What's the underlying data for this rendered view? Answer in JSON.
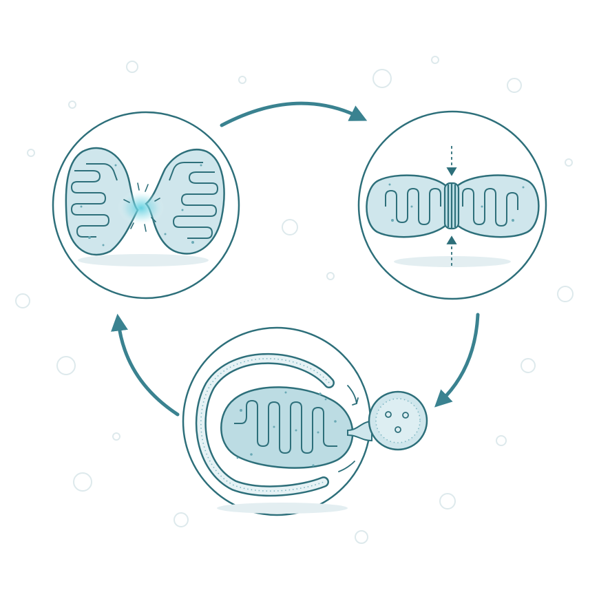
{
  "diagram": {
    "kind": "mitochondrial-dynamics-cycle",
    "stages": [
      {
        "id": "fusion",
        "icon": "mitochondria-fusion-icon"
      },
      {
        "id": "fission",
        "icon": "mitochondria-fission-icon"
      },
      {
        "id": "mitophagy",
        "icon": "mitophagy-engulfment-icon"
      }
    ],
    "arrows": [
      "fusion-to-fission",
      "fission-to-mitophagy",
      "mitophagy-to-fusion"
    ],
    "colors": {
      "outline": "#2d6f7a",
      "arrow": "#3a8290",
      "fill": "#cfe6ec",
      "fill_light": "#e6f2f5",
      "glow": "#5fd0e0",
      "shadow": "#e3eef1",
      "bubble": "#e0ecef"
    }
  }
}
